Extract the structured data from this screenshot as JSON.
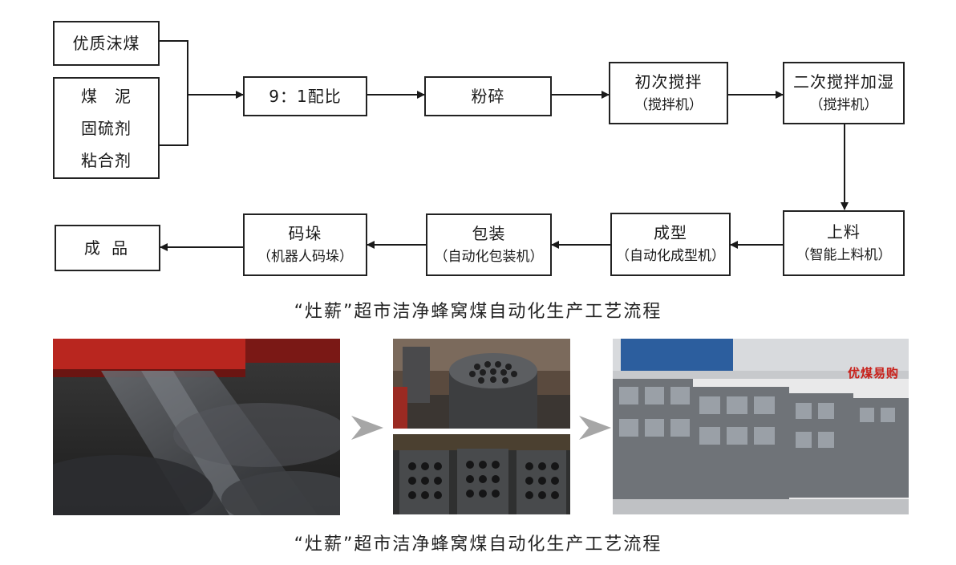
{
  "flow": {
    "input_coal": "优质沫煤",
    "input_additives": [
      "煤　泥",
      "固硫剂",
      "粘合剂"
    ],
    "ratio": "9：1配比",
    "crush": "粉碎",
    "mix1": {
      "name": "初次搅拌",
      "machine": "（搅拌机）"
    },
    "mix2": {
      "name": "二次搅拌加湿",
      "machine": "（搅拌机）"
    },
    "feed": {
      "name": "上料",
      "machine": "（智能上料机）"
    },
    "forming": {
      "name": "成型",
      "machine": "（自动化成型机）"
    },
    "packing": {
      "name": "包装",
      "machine": "（自动化包装机）"
    },
    "stacking": {
      "name": "码垛",
      "machine": "（机器人码垛）"
    },
    "product": "成 品"
  },
  "captions": {
    "top": "“灶薪”超市洁净蜂窝煤自动化生产工艺流程",
    "bottom": "“灶薪”超市洁净蜂窝煤自动化生产工艺流程"
  },
  "photos": {
    "warehouse_sign": "优煤易购"
  },
  "colors": {
    "line": "#1a1a1a",
    "chevron": "#a6a6a6"
  }
}
